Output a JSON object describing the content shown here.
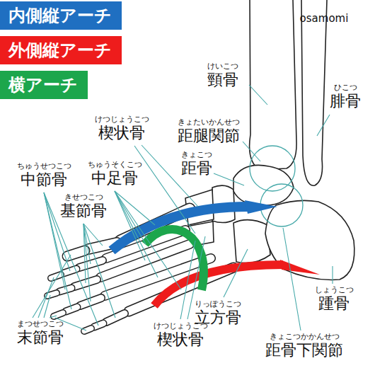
{
  "diagram": {
    "labels": [
      "osamomi",
      "けいこつ",
      "頸骨",
      "ひこつ",
      "腓骨",
      "きょたいかんせつ",
      "距腿関節",
      "けつじょうこつ",
      "楔状骨",
      "きょこつ",
      "距骨",
      "ちゅうせつこつ",
      "中節骨",
      "ちゅうそくこつ",
      "中足骨",
      "きせつこつ",
      "基節骨",
      "しょうこつ",
      "踵骨",
      "りっぽうこつ",
      "立方骨",
      "まつせつこつ",
      "末節骨",
      "けつじょうこつ",
      "楔状骨",
      "きょこつかかんせつ",
      "距骨下関節"
    ],
    "legend": [
      {
        "text": "内側縦アーチ",
        "color": "#1f6fc1"
      },
      {
        "text": "外側縦アーチ",
        "color": "#ee1c1c"
      },
      {
        "text": "横アーチ",
        "color": "#1ca64c"
      }
    ]
  }
}
